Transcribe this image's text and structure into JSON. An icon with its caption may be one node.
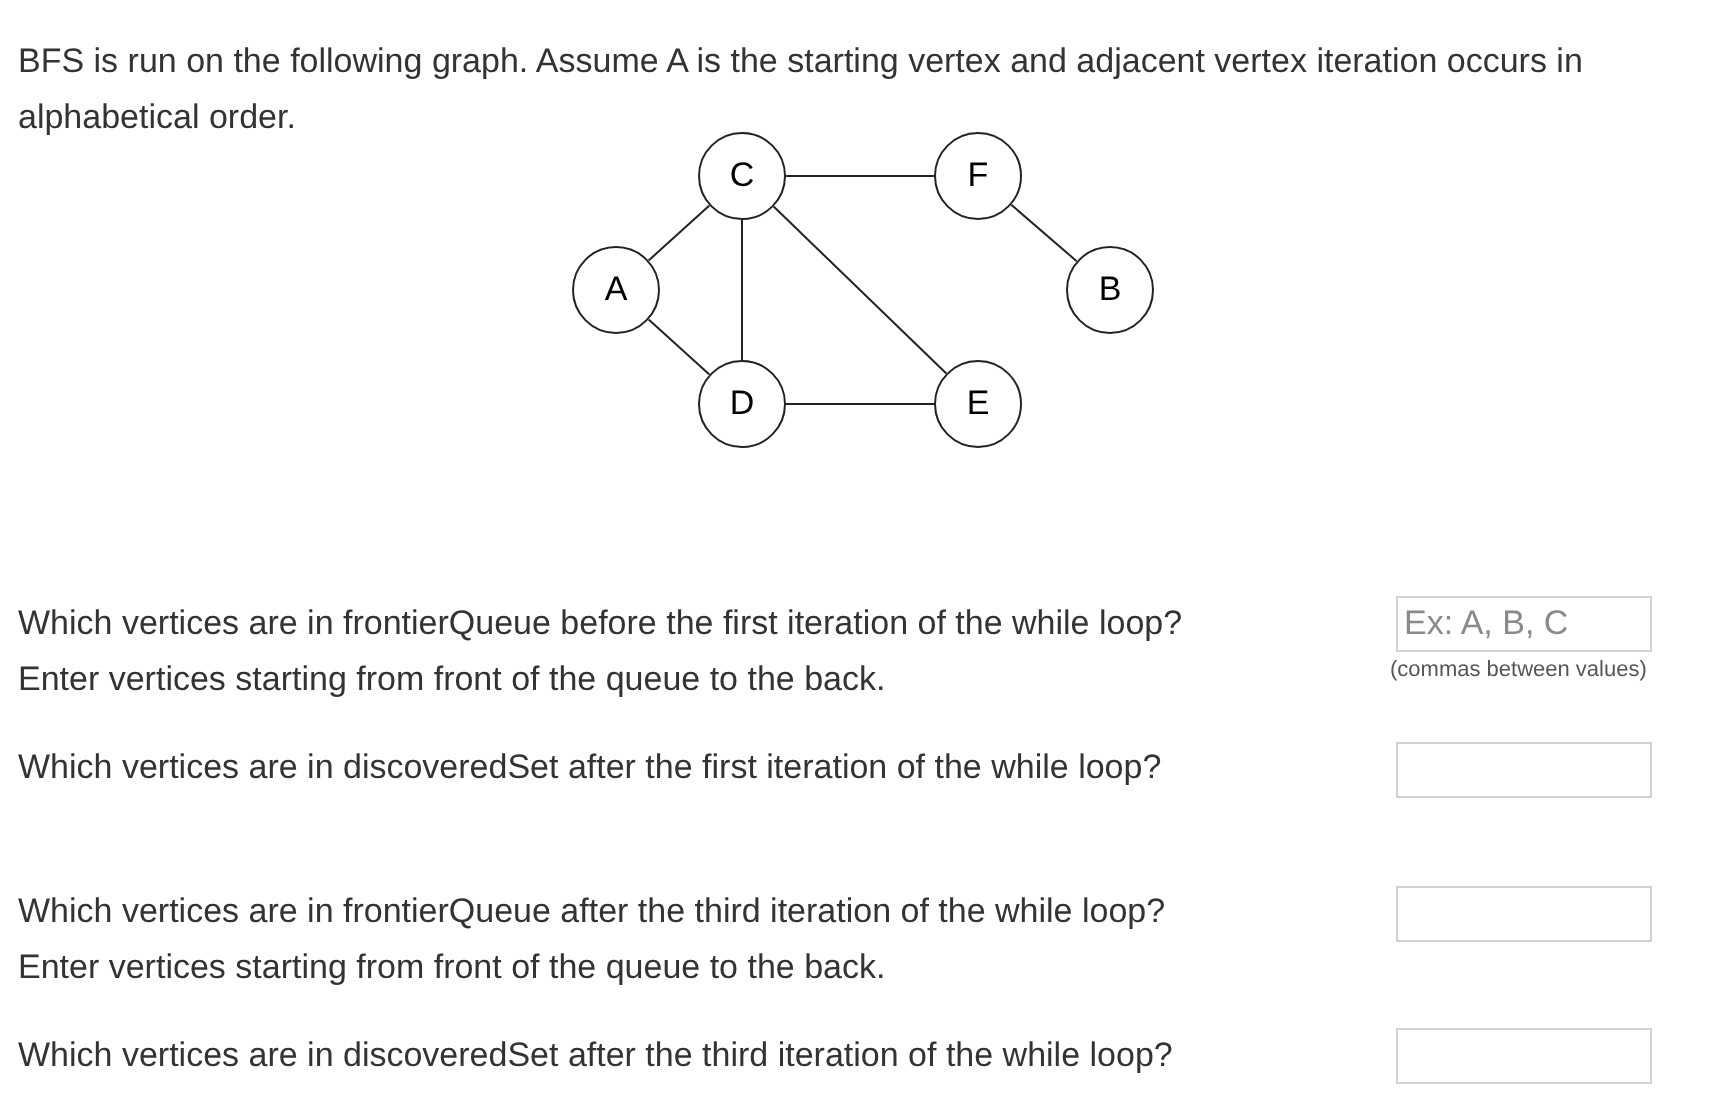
{
  "diagram": {
    "nodes": [
      {
        "text": [
          "C"
        ]
      },
      {
        "text": [
          "F"
        ]
      },
      {
        "text": [
          "A"
        ]
      },
      {
        "text": [
          "B"
        ]
      },
      {
        "text": [
          "D"
        ]
      },
      {
        "text": [
          "E"
        ]
      }
    ],
    "edges": [
      {
        "from": 0,
        "to": 1,
        "arrow": "none"
      },
      {
        "from": 0,
        "to": 2,
        "arrow": "none"
      },
      {
        "from": 0,
        "to": 4,
        "arrow": "none"
      },
      {
        "from": 0,
        "to": 5,
        "arrow": "none"
      },
      {
        "from": 1,
        "to": 3,
        "arrow": "none"
      },
      {
        "from": 2,
        "to": 4,
        "arrow": "none"
      },
      {
        "from": 4,
        "to": 5,
        "arrow": "none"
      }
    ],
    "labels": [
      "BFS is run on the following graph. Assume A is the starting vertex and adjacent vertex iteration occurs in alphabetical order.",
      "Which vertices are in frontierQueue before the first iteration of the while loop?",
      "Enter vertices starting from front of the queue to the back.",
      "Ex: A, B, C",
      "(commas between values)",
      "Which vertices are in discoveredSet after the first iteration of the while loop?",
      "Which vertices are in frontierQueue after the third iteration of the while loop?",
      "Enter vertices starting from front of the queue to the back.",
      "Which vertices are in discoveredSet after the third iteration of the while loop?"
    ]
  }
}
